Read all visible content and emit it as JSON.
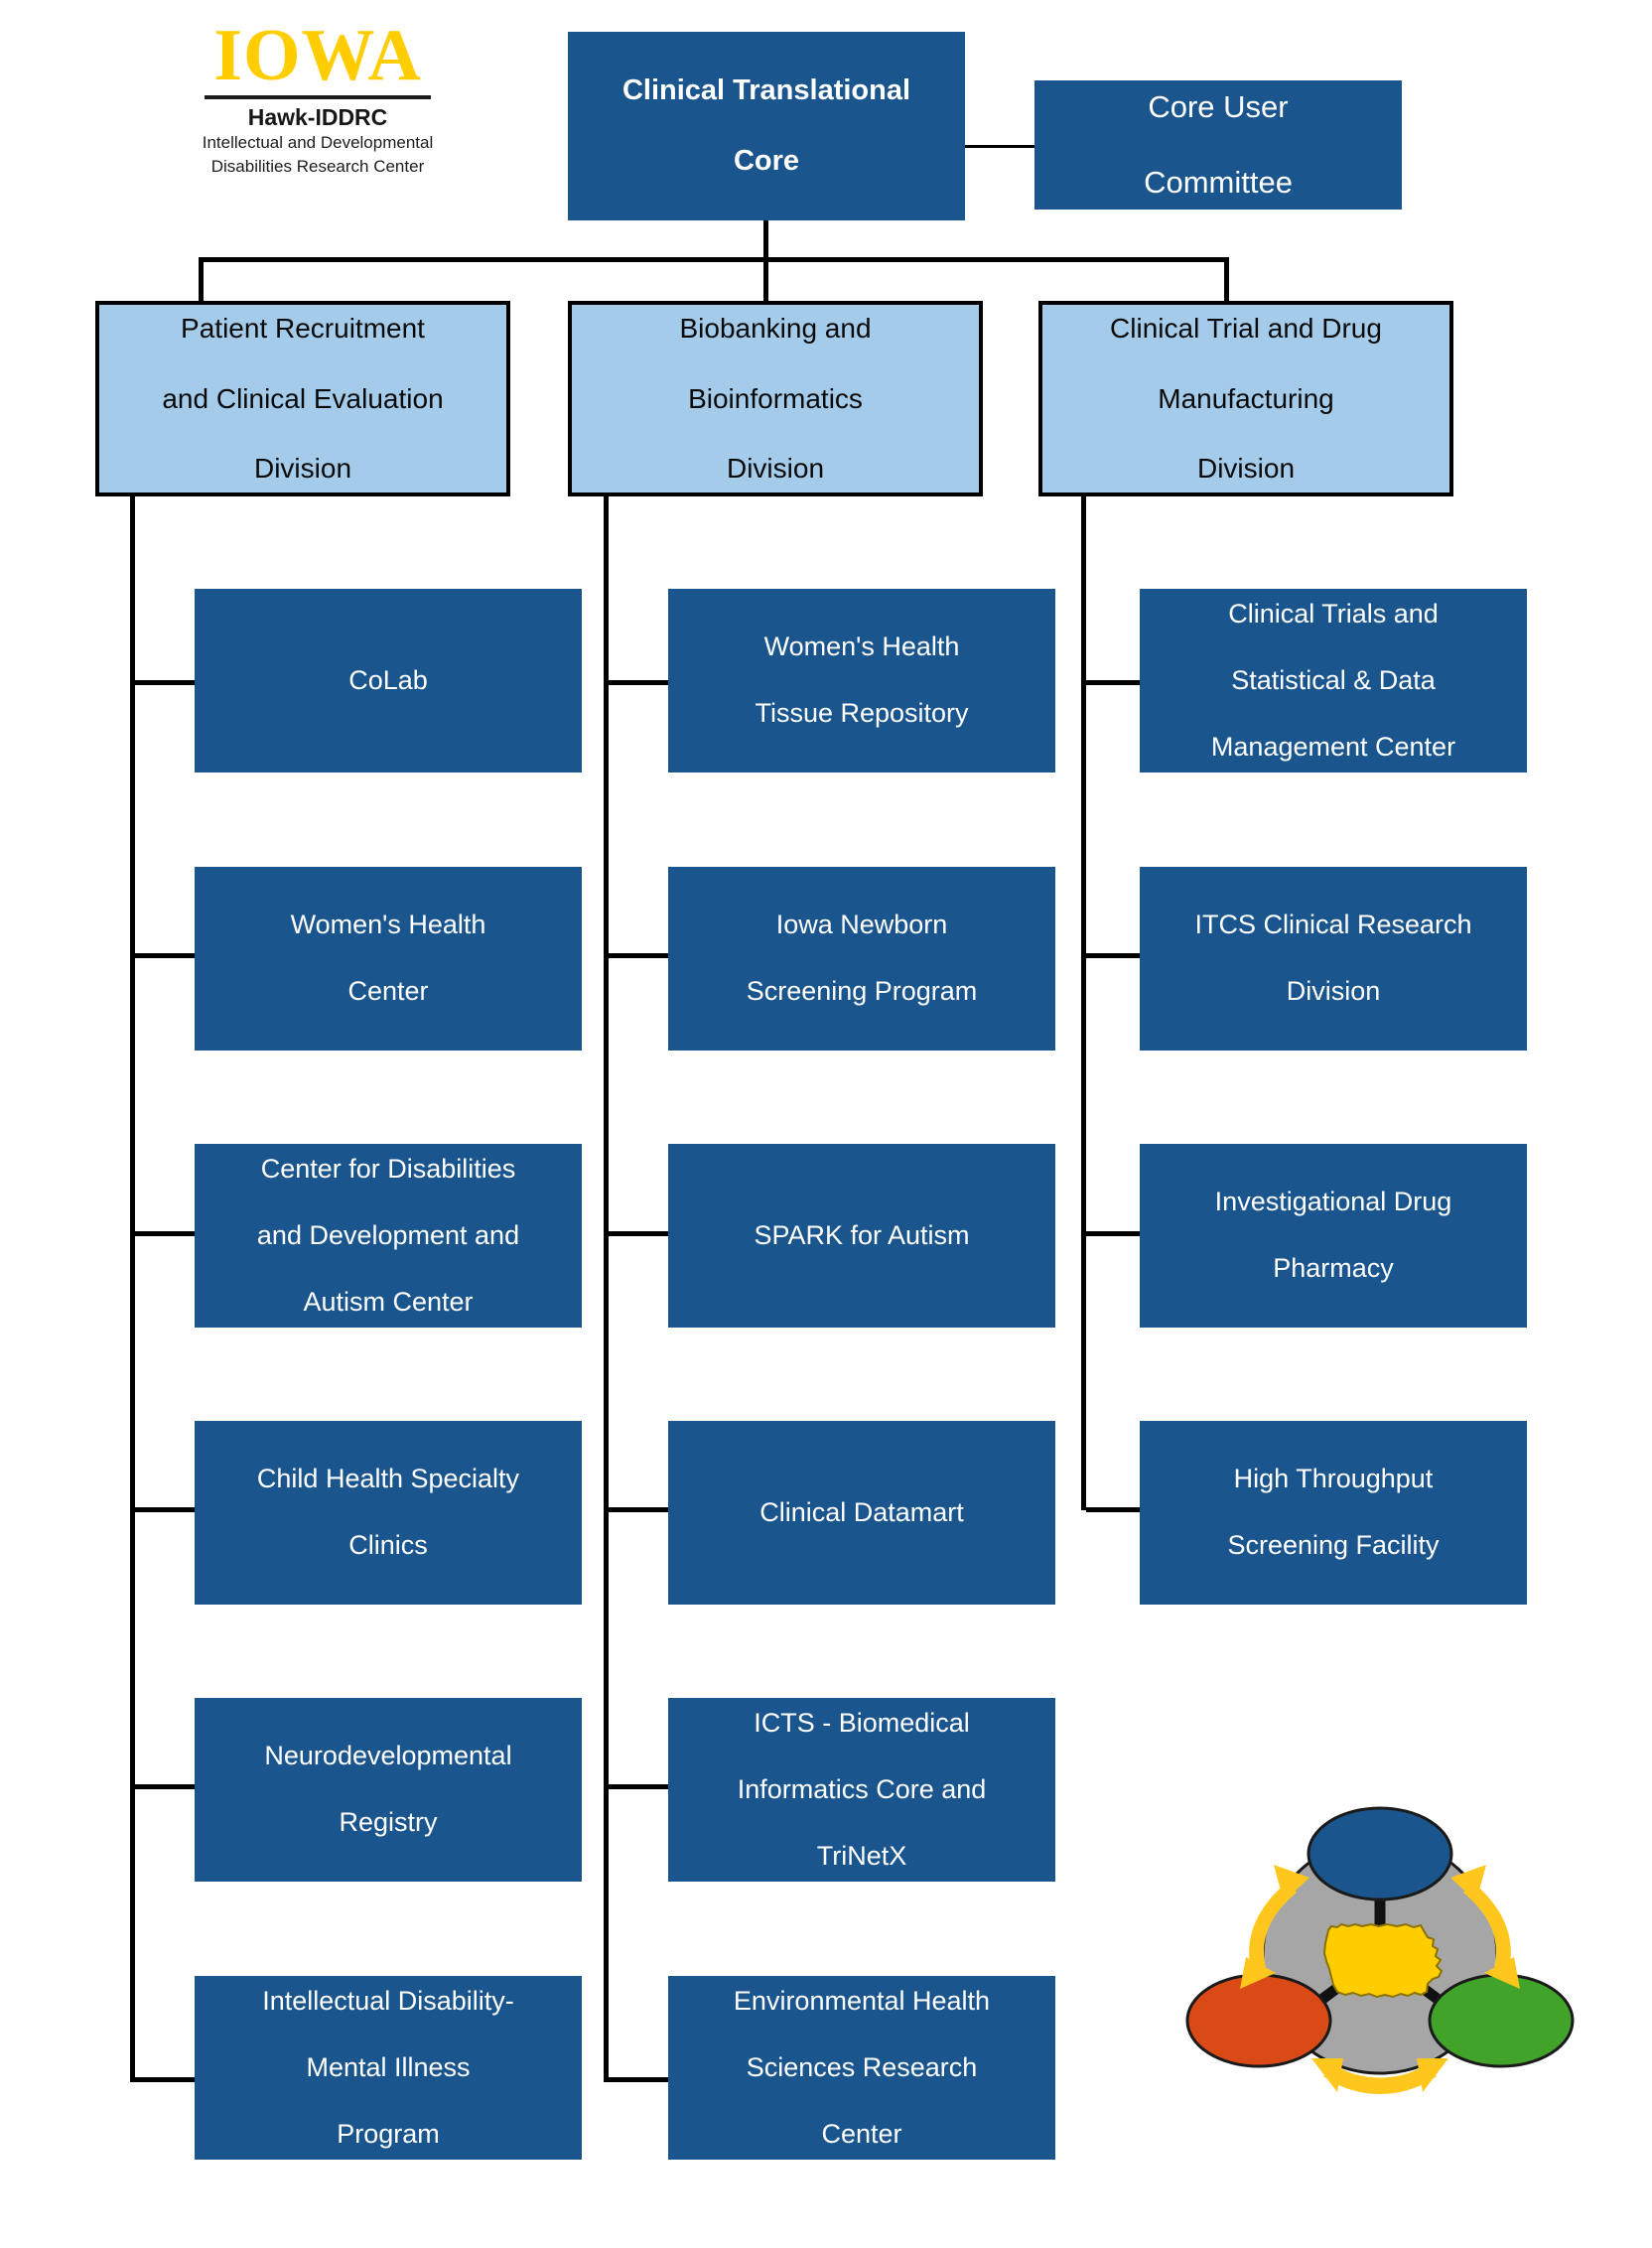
{
  "logo": {
    "wordmark": "IOWA",
    "name": "Hawk-IDDRC",
    "subtitle_line1": "Intellectual and Developmental",
    "subtitle_line2": "Disabilities Research Center"
  },
  "top": {
    "core_line1": "Clinical Translational",
    "core_line2": "Core",
    "committee_line1": "Core User",
    "committee_line2": "Committee"
  },
  "divisions": [
    {
      "line1": "Patient Recruitment",
      "line2": "and Clinical Evaluation",
      "line3": "Division"
    },
    {
      "line1": "Biobanking and",
      "line2": "Bioinformatics",
      "line3": "Division"
    },
    {
      "line1": "Clinical Trial and Drug",
      "line2": "Manufacturing",
      "line3": "Division"
    }
  ],
  "column1": [
    {
      "line1": "CoLab",
      "line2": "",
      "line3": ""
    },
    {
      "line1": "Women's Health",
      "line2": "Center",
      "line3": ""
    },
    {
      "line1": "Center for Disabilities",
      "line2": "and Development and",
      "line3": "Autism Center"
    },
    {
      "line1": "Child Health Specialty",
      "line2": "Clinics",
      "line3": ""
    },
    {
      "line1": "Neurodevelopmental",
      "line2": "Registry",
      "line3": ""
    },
    {
      "line1": "Intellectual Disability-",
      "line2": "Mental Illness",
      "line3": "Program"
    }
  ],
  "column2": [
    {
      "line1": "Women's Health",
      "line2": "Tissue Repository",
      "line3": ""
    },
    {
      "line1": "Iowa Newborn",
      "line2": "Screening Program",
      "line3": ""
    },
    {
      "line1": "SPARK for Autism",
      "line2": "",
      "line3": ""
    },
    {
      "line1": "Clinical Datamart",
      "line2": "",
      "line3": ""
    },
    {
      "line1": "ICTS - Biomedical",
      "line2": "Informatics Core and",
      "line3": "TriNetX"
    },
    {
      "line1": "Environmental Health",
      "line2": "Sciences Research",
      "line3": "Center"
    }
  ],
  "column3": [
    {
      "line1": "Clinical Trials and",
      "line2": "Statistical & Data",
      "line3": "Management Center"
    },
    {
      "line1": "ITCS Clinical Research",
      "line2": "Division",
      "line3": ""
    },
    {
      "line1": "Investigational Drug",
      "line2": "Pharmacy",
      "line3": ""
    },
    {
      "line1": "High Throughput",
      "line2": "Screening Facility",
      "line3": ""
    }
  ],
  "colors": {
    "dark_blue": "#1B558E",
    "light_blue": "#A4CBEA",
    "gold": "#FFCD00",
    "emblem_gray": "#A6A6A6",
    "emblem_blue": "#1B558E",
    "emblem_orange": "#D94A16",
    "emblem_green": "#42A32A",
    "emblem_arrow": "#FFC61E",
    "line": "#000000"
  },
  "emblem": {
    "center_shape": "iowa-state-outline",
    "nodes": [
      "top-blue-ellipse",
      "left-orange-ellipse",
      "right-green-ellipse"
    ],
    "arrows": [
      "arrow-left-curve",
      "arrow-right-curve",
      "arrow-bottom-curve"
    ]
  }
}
